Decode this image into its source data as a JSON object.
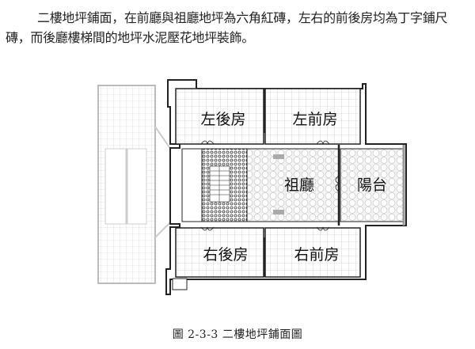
{
  "document": {
    "paragraph": "二樓地坪鋪面，在前廳與祖廳地坪為六角紅磚，左右的前後房均為丁字鋪尺磚，而後廳樓梯間的地坪水泥壓花地坪裝飾。",
    "figure": {
      "rooms": {
        "left_back": "左後房",
        "left_front": "左前房",
        "ancestral_hall": "祖廳",
        "balcony": "陽台",
        "right_back": "右後房",
        "right_front": "右前房"
      },
      "caption": "圖 2-3-3  二樓地坪鋪面圖"
    }
  }
}
